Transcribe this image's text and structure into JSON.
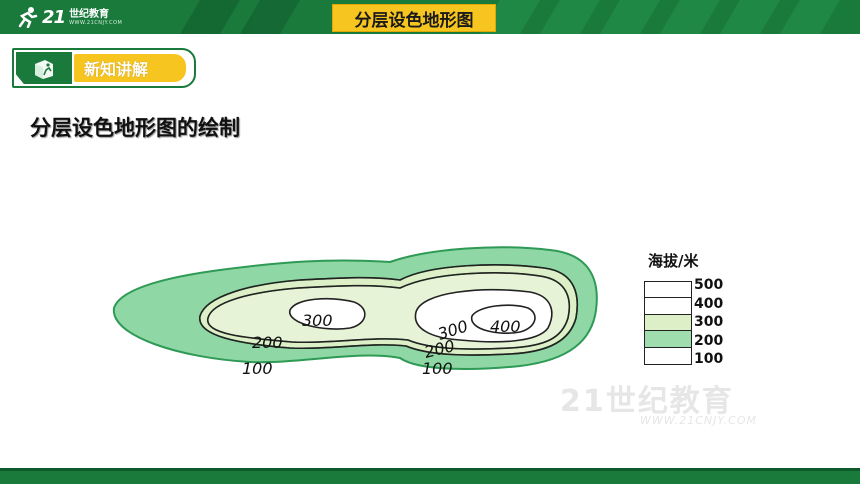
{
  "header": {
    "logo_mark": "21",
    "logo_text": "世纪教育",
    "logo_sub": "WWW.21CNJY.COM",
    "title": "分层设色地形图"
  },
  "section": {
    "badge_label": "新知讲解"
  },
  "heading": "分层设色地形图的绘制",
  "map": {
    "contour_labels": [
      {
        "text": "300"
      },
      {
        "text": "400"
      },
      {
        "text": "300"
      },
      {
        "text": "200"
      },
      {
        "text": "200"
      },
      {
        "text": "100"
      },
      {
        "text": "100"
      }
    ]
  },
  "legend": {
    "title": "海拔/米",
    "levels": [
      "500",
      "400",
      "300",
      "200",
      "100"
    ],
    "bands": [
      {
        "range": "400-500",
        "color": "#ffffff"
      },
      {
        "range": "300-400",
        "color": "#ffffff"
      },
      {
        "range": "200-300",
        "color": "#dcefc6"
      },
      {
        "range": "100-200",
        "color": "#9fdcae"
      },
      {
        "range": "0-100",
        "color": "#ffffff"
      }
    ]
  },
  "watermark": {
    "text": "21世纪教育",
    "url": "WWW.21CNJY.COM"
  },
  "colors": {
    "primary_green": "#1a7a3c",
    "accent_yellow": "#f7c51f",
    "band_low": "#7fd09a",
    "band_mid": "#dcefc6"
  }
}
